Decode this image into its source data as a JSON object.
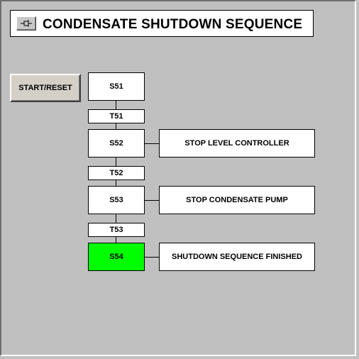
{
  "header": {
    "title": "CONDENSATE SHUTDOWN SEQUENCE",
    "pin_icon": "pushpin-icon"
  },
  "controls": {
    "start_reset_label": "START/RESET"
  },
  "sequence": {
    "steps": [
      {
        "label": "S51",
        "action": "",
        "active": false
      },
      {
        "label": "S52",
        "action": "STOP LEVEL CONTROLLER",
        "active": false
      },
      {
        "label": "S53",
        "action": "STOP CONDENSATE PUMP",
        "active": false
      },
      {
        "label": "S54",
        "action": "SHUTDOWN SEQUENCE FINISHED",
        "active": true
      }
    ],
    "transitions": [
      "T51",
      "T52",
      "T53"
    ]
  },
  "colors": {
    "background": "#c0c0c0",
    "active_step": "#00ff00",
    "box": "#ffffff"
  }
}
